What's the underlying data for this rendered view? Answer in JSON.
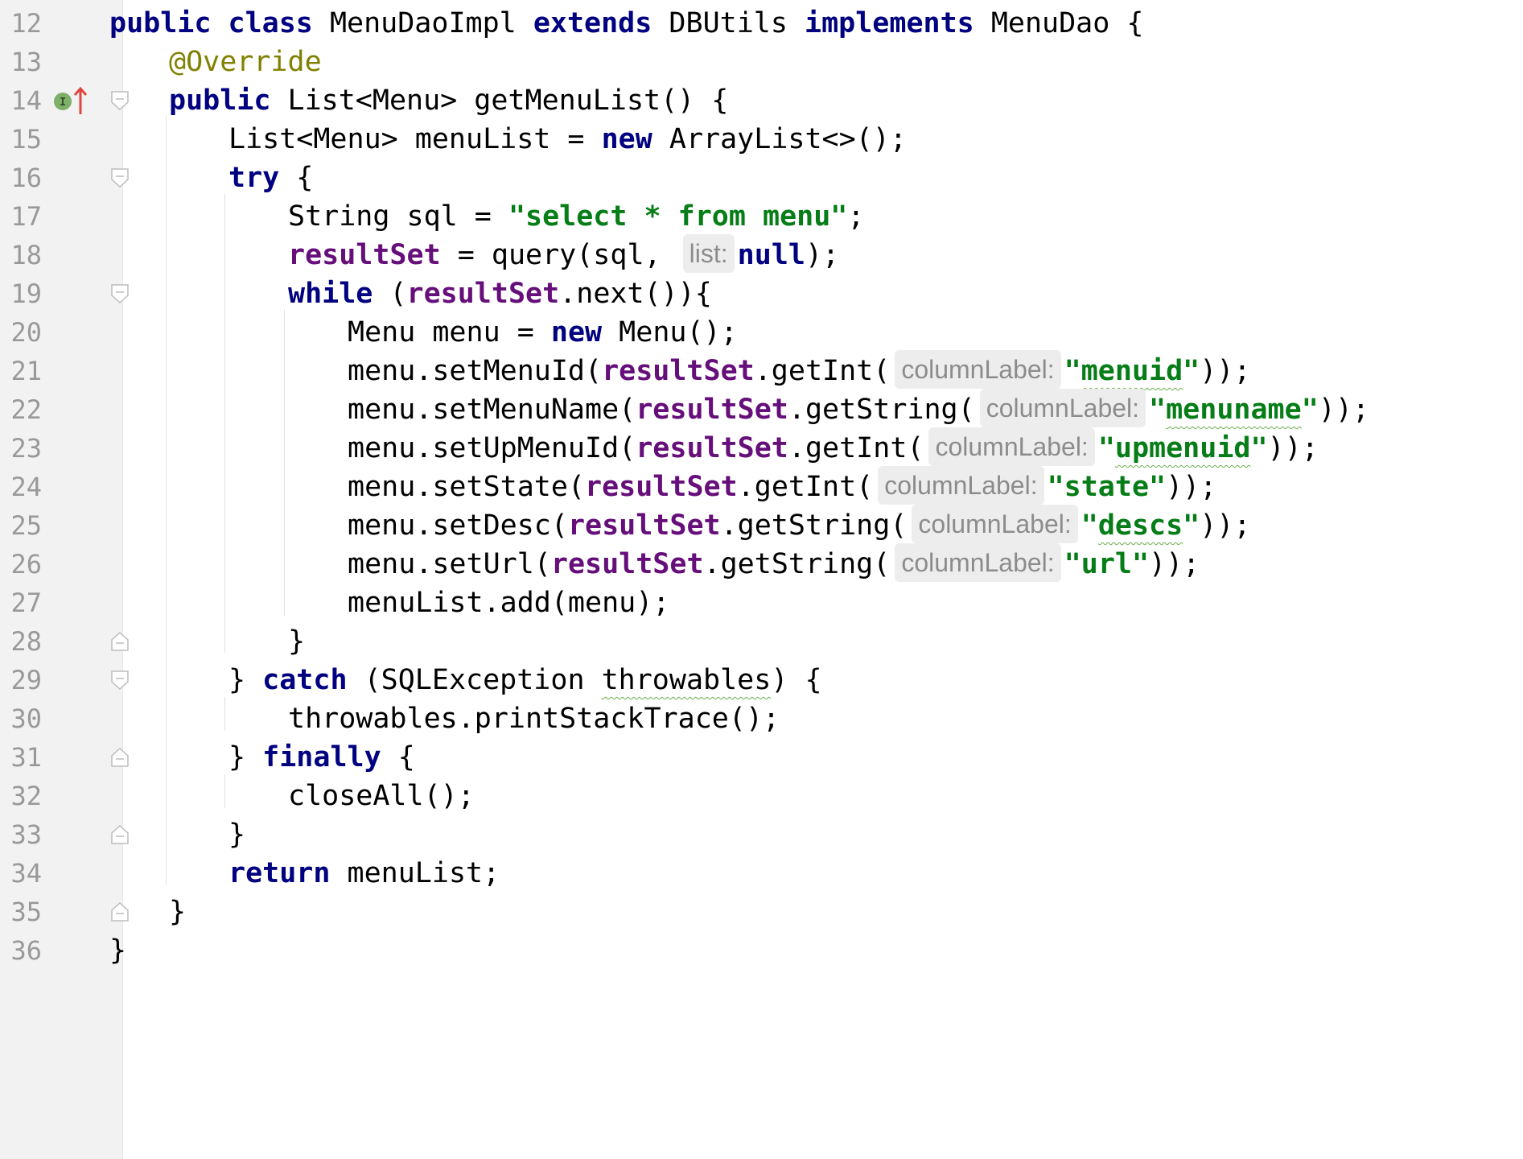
{
  "editor": {
    "language": "Java",
    "colors": {
      "keyword": "#000080",
      "string": "#067d17",
      "field": "#660e7a",
      "annotation": "#808000",
      "hint_text": "#8c8c8c",
      "line_number": "#999999"
    },
    "lines": [
      {
        "num": "12",
        "t": [
          "public",
          "class",
          "MenuDaoImpl",
          "extends",
          "DBUtils",
          "implements",
          "MenuDao {"
        ]
      },
      {
        "num": "13",
        "t": [
          "@Override"
        ]
      },
      {
        "num": "14",
        "t": [
          "public",
          "List<Menu> getMenuList() {"
        ]
      },
      {
        "num": "15",
        "t": [
          "List<Menu> menuList = ",
          "new",
          "ArrayList<>();"
        ]
      },
      {
        "num": "16",
        "t": [
          "try",
          "{"
        ]
      },
      {
        "num": "17",
        "t": [
          "String sql = ",
          "\"select * from menu\"",
          ";"
        ]
      },
      {
        "num": "18",
        "t": [
          "resultSet",
          " = query(sql, ",
          "list:",
          "null",
          ");"
        ]
      },
      {
        "num": "19",
        "t": [
          "while",
          " (",
          "resultSet",
          ".next()){"
        ]
      },
      {
        "num": "20",
        "t": [
          "Menu menu = ",
          "new",
          "Menu();"
        ]
      },
      {
        "num": "21",
        "t": [
          "menu.setMenuId(",
          "resultSet",
          ".getInt(",
          "columnLabel:",
          "\"",
          "menuid",
          "\"",
          "));"
        ]
      },
      {
        "num": "22",
        "t": [
          "menu.setMenuName(",
          "resultSet",
          ".getString(",
          "columnLabel:",
          "\"",
          "menuname",
          "\"",
          "));"
        ]
      },
      {
        "num": "23",
        "t": [
          "menu.setUpMenuId(",
          "resultSet",
          ".getInt(",
          "columnLabel:",
          "\"",
          "upmenuid",
          "\"",
          "));"
        ]
      },
      {
        "num": "24",
        "t": [
          "menu.setState(",
          "resultSet",
          ".getInt(",
          "columnLabel:",
          "\"state\"",
          "));"
        ]
      },
      {
        "num": "25",
        "t": [
          "menu.setDesc(",
          "resultSet",
          ".getString(",
          "columnLabel:",
          "\"",
          "descs",
          "\"",
          "));"
        ]
      },
      {
        "num": "26",
        "t": [
          "menu.setUrl(",
          "resultSet",
          ".getString(",
          "columnLabel:",
          "\"url\"",
          "));"
        ]
      },
      {
        "num": "27",
        "t": [
          "menuList.add(menu);"
        ]
      },
      {
        "num": "28",
        "t": [
          "}"
        ]
      },
      {
        "num": "29",
        "t": [
          "} ",
          "catch",
          " (SQLException ",
          "throwables",
          ") {"
        ]
      },
      {
        "num": "30",
        "t": [
          "throwables.printStackTrace();"
        ]
      },
      {
        "num": "31",
        "t": [
          "} ",
          "finally",
          " {"
        ]
      },
      {
        "num": "32",
        "t": [
          "closeAll();"
        ]
      },
      {
        "num": "33",
        "t": [
          "}"
        ]
      },
      {
        "num": "34",
        "t": [
          "return",
          " menuList;"
        ]
      },
      {
        "num": "35",
        "t": [
          "}"
        ]
      },
      {
        "num": "36",
        "t": [
          "}"
        ]
      }
    ],
    "gutter_icons": {
      "line_14": "implements-method-icon"
    }
  }
}
